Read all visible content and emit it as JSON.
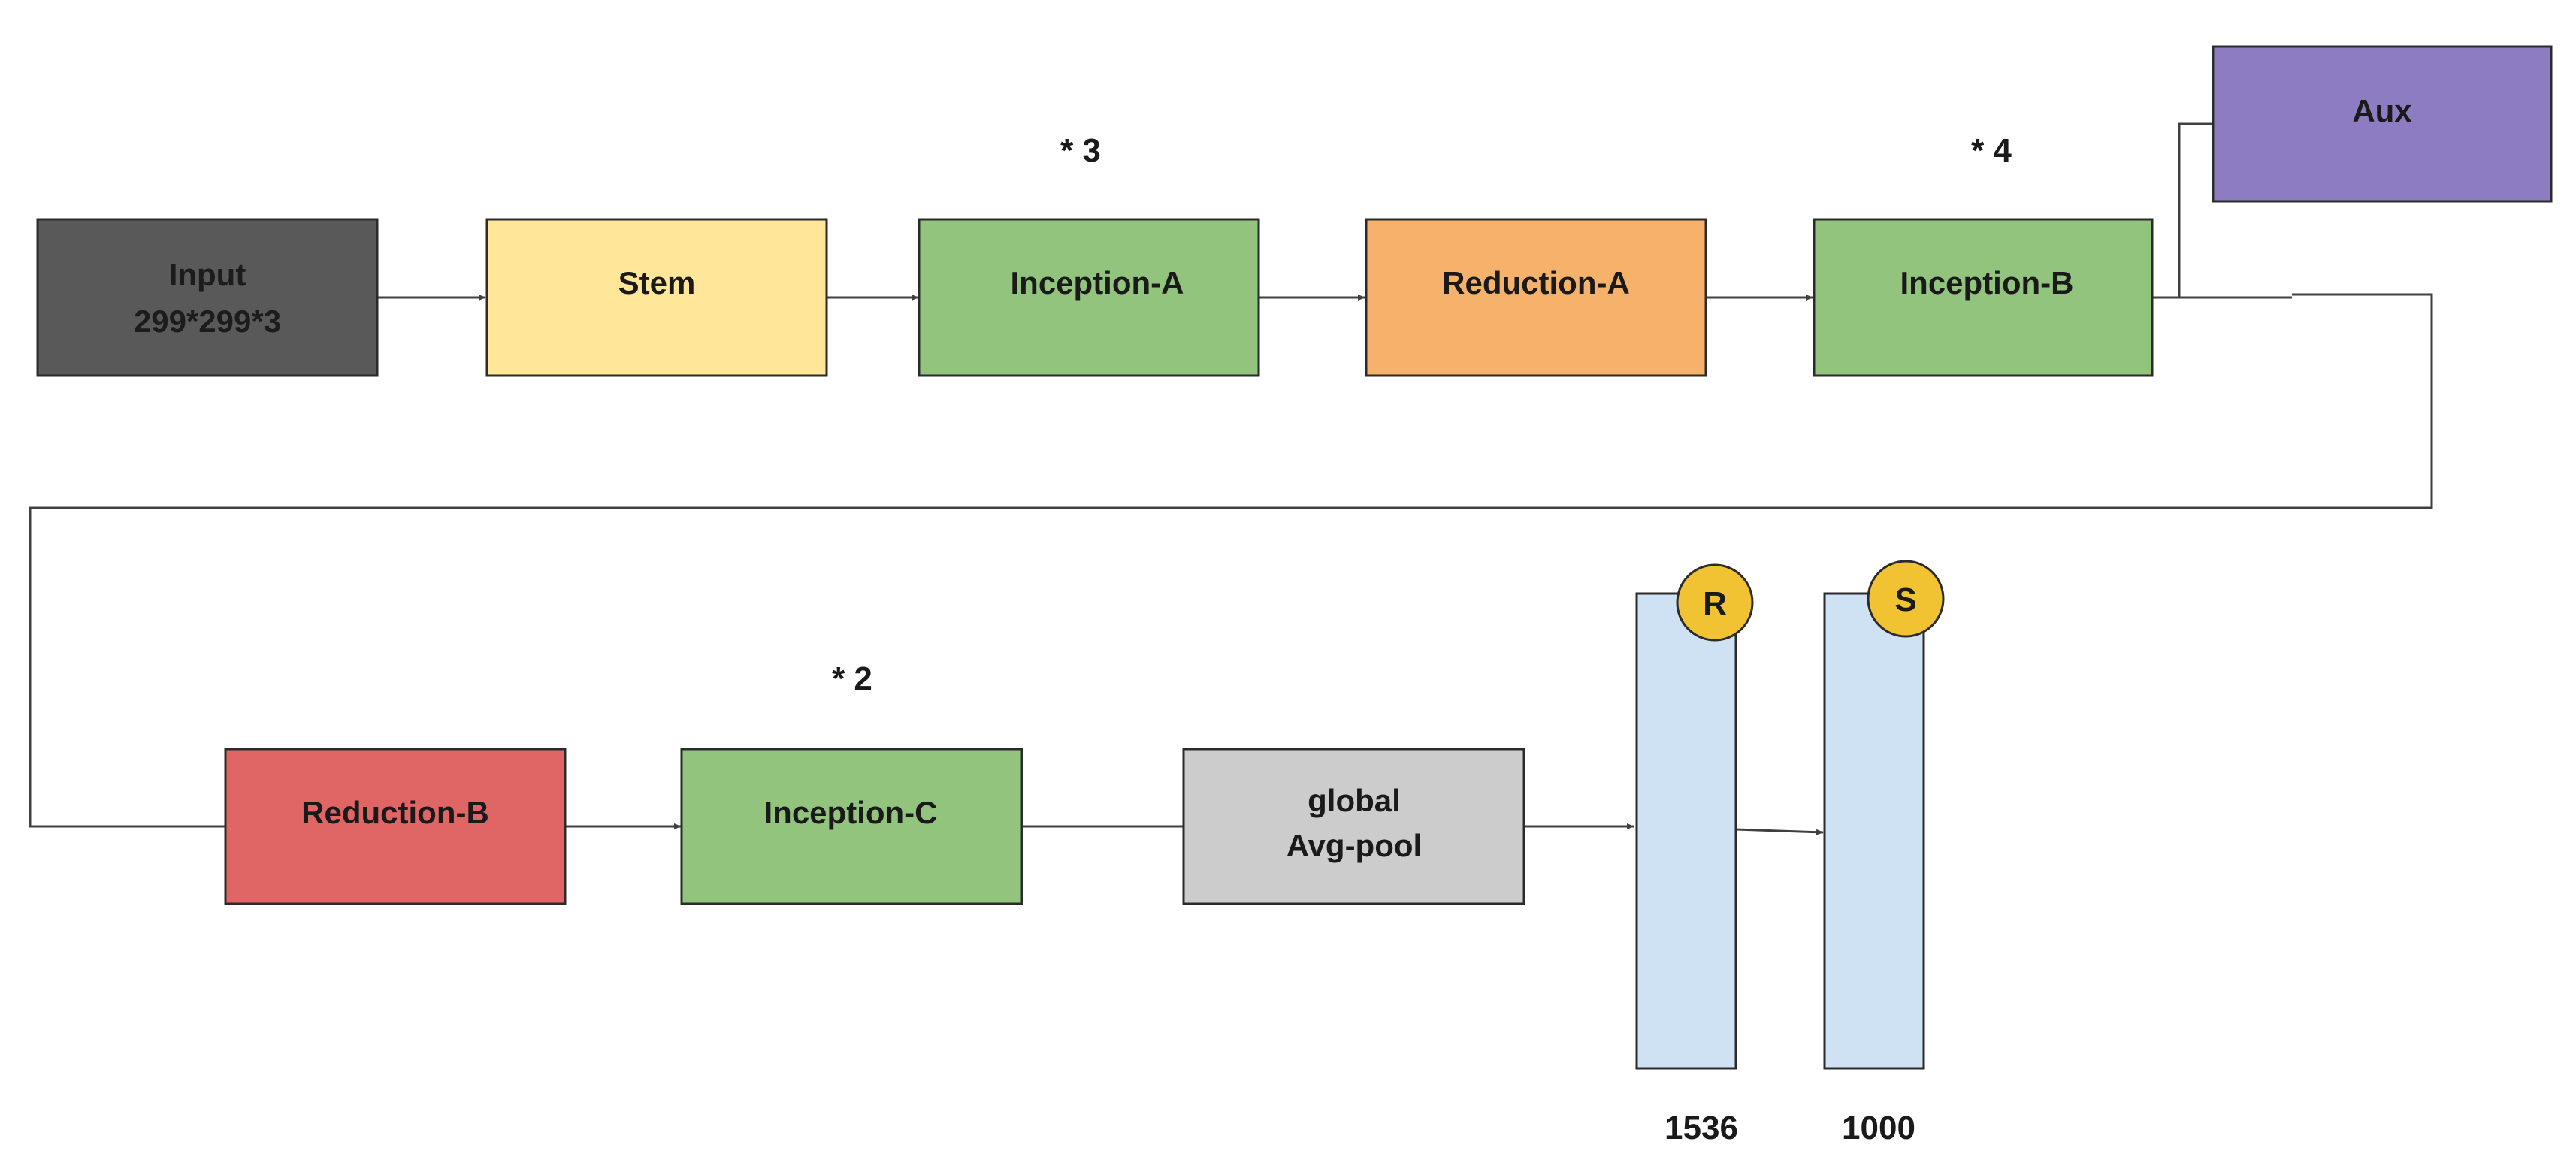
{
  "blocks": {
    "input": {
      "line1": "Input",
      "line2": "299*299*3",
      "color": "#595959",
      "text_color": "#1c1c1c"
    },
    "stem": {
      "label": "Stem",
      "color": "#ffe699"
    },
    "inception_a": {
      "label": "Inception-A",
      "color": "#92c47d"
    },
    "reduction_a": {
      "label": "Reduction-A",
      "color": "#f6b26b"
    },
    "inception_b": {
      "label": "Inception-B",
      "color": "#92c47d"
    },
    "aux": {
      "label": "Aux",
      "color": "#8e7cc3"
    },
    "reduction_b": {
      "label": "Reduction-B",
      "color": "#e06666"
    },
    "inception_c": {
      "label": "Inception-C",
      "color": "#92c47d"
    },
    "avg_pool": {
      "line1": "global",
      "line2": "Avg-pool",
      "color": "#cccccc"
    }
  },
  "repeats": {
    "inception_a": "* 3",
    "inception_b": "* 4",
    "inception_c": "* 2"
  },
  "fc_layers": [
    {
      "badge": "R",
      "size": "1536"
    },
    {
      "badge": "S",
      "size": "1000"
    }
  ],
  "colors": {
    "fc_fill": "#cfe2f3",
    "badge_fill": "#f1c232",
    "line": "#404040",
    "border": "#2b2b2b"
  }
}
